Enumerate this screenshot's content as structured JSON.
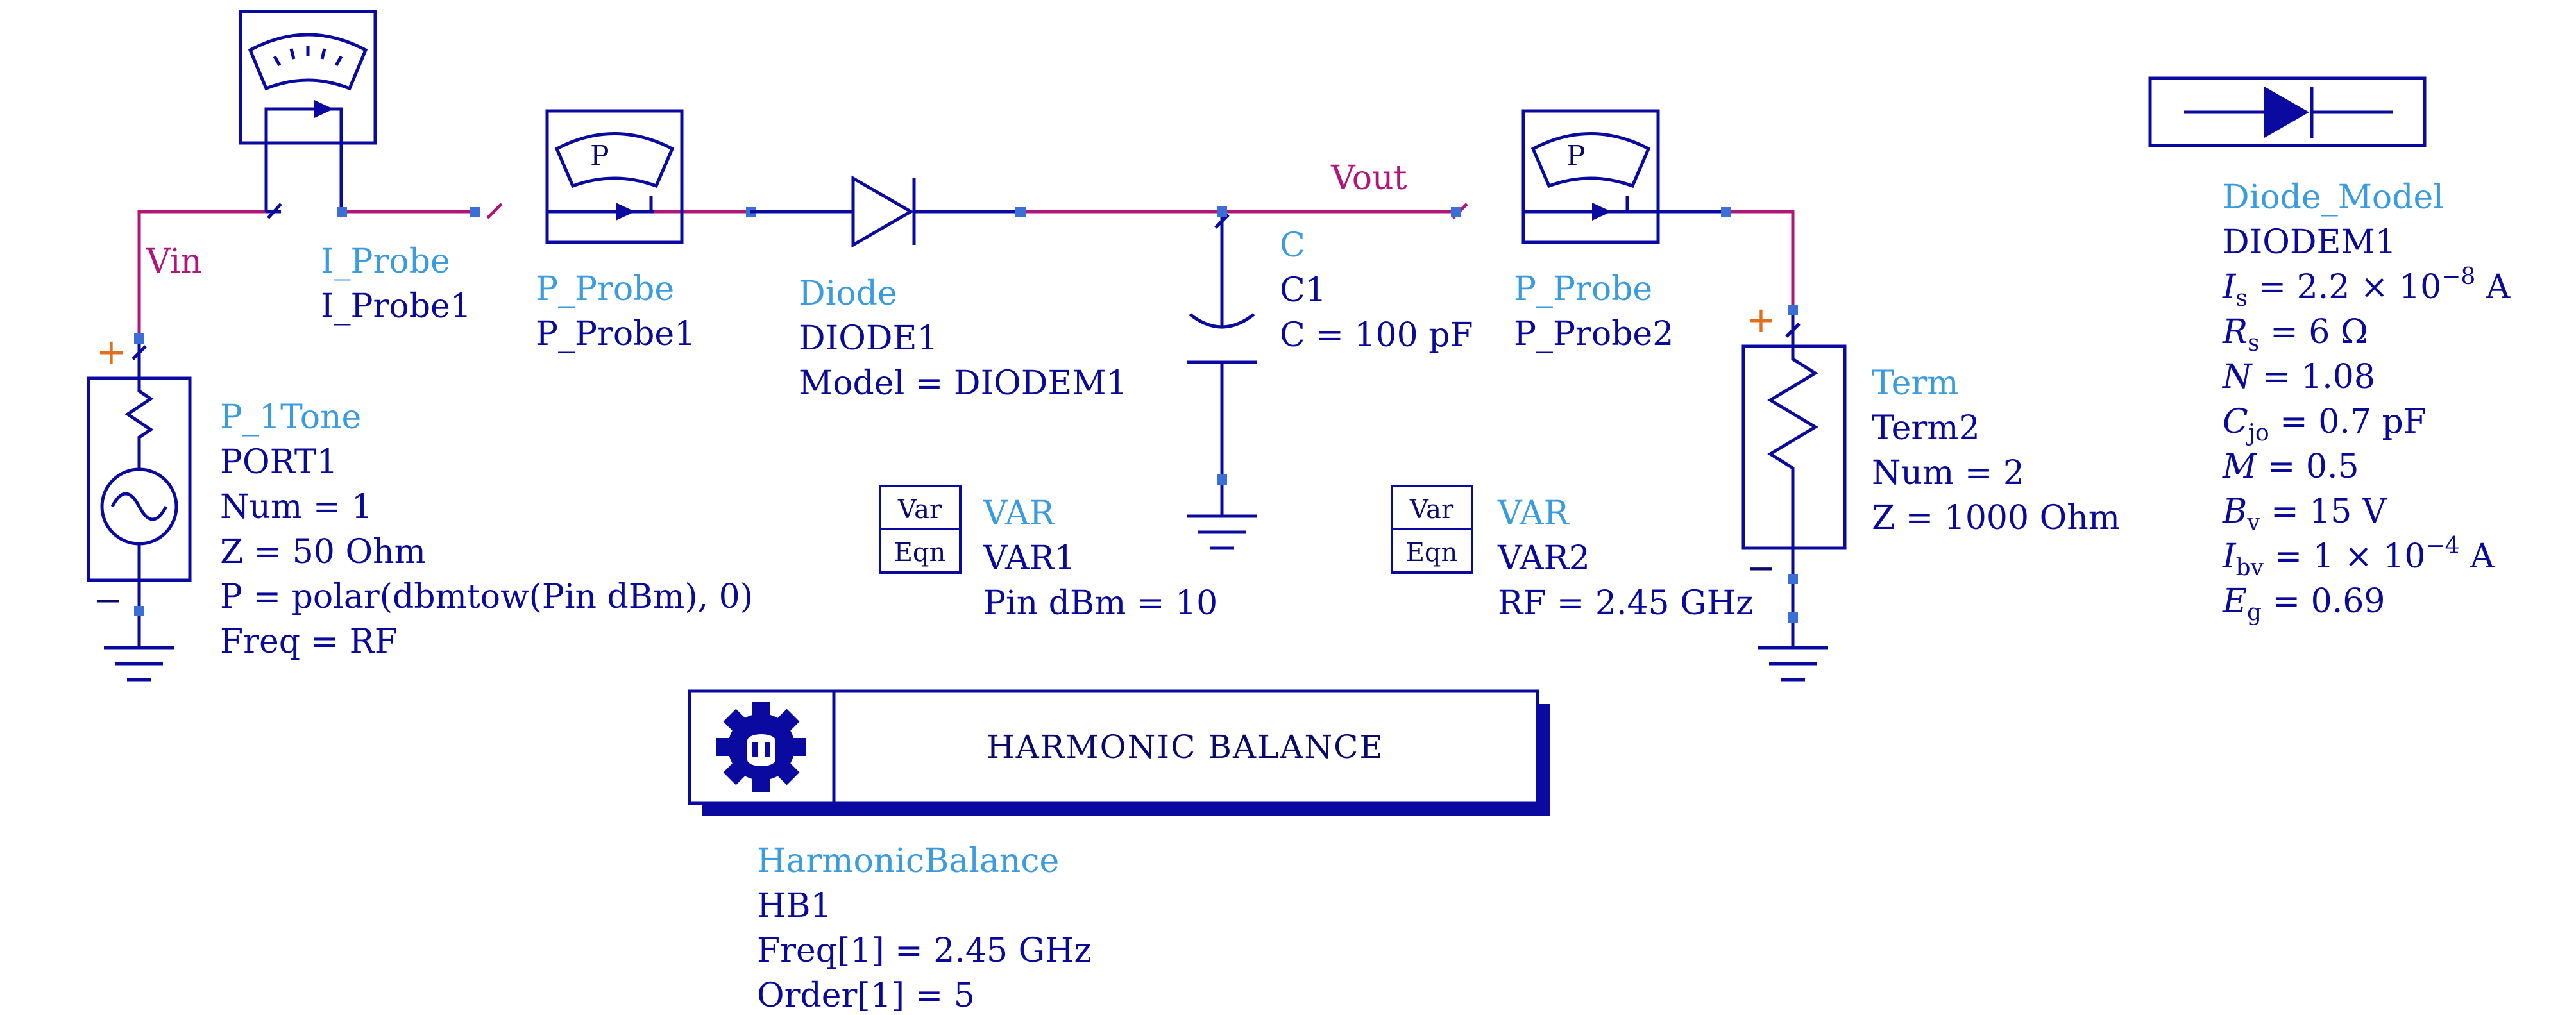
{
  "nets": {
    "vin": "Vin",
    "vout": "Vout"
  },
  "iprobe": {
    "type": "I_Probe",
    "name": "I_Probe1"
  },
  "pprobe1": {
    "type": "P_Probe",
    "name": "P_Probe1",
    "glyph": "P"
  },
  "pprobe2": {
    "type": "P_Probe",
    "name": "P_Probe2",
    "glyph": "P"
  },
  "diode": {
    "type": "Diode",
    "name": "DIODE1",
    "model": "Model = DIODEM1"
  },
  "cap": {
    "type": "C",
    "name": "C1",
    "value": "C = 100 pF"
  },
  "source": {
    "type": "P_1Tone",
    "name": "PORT1",
    "num": "Num = 1",
    "z": "Z = 50 Ohm",
    "p": "P = polar(dbmtow(Pin dBm), 0)",
    "freq": "Freq = RF",
    "plus": "+",
    "minus": "−"
  },
  "term": {
    "type": "Term",
    "name": "Term2",
    "num": "Num = 2",
    "z": "Z = 1000 Ohm",
    "plus": "+",
    "minus": "−"
  },
  "var1": {
    "box_top": "Var",
    "box_bottom": "Eqn",
    "type": "VAR",
    "name": "VAR1",
    "expr": "Pin dBm = 10"
  },
  "var2": {
    "box_top": "Var",
    "box_bottom": "Eqn",
    "type": "VAR",
    "name": "VAR2",
    "expr": "RF = 2.45 GHz"
  },
  "hb": {
    "title": "HARMONIC BALANCE",
    "type": "HarmonicBalance",
    "name": "HB1",
    "freq": "Freq[1] = 2.45 GHz",
    "order": "Order[1] = 5"
  },
  "model": {
    "type": "Diode_Model",
    "name": "DIODEM1",
    "params": [
      {
        "sym": "I",
        "sub": "s",
        "val": " = 2.2 × 10",
        "sup": "−8",
        "unit": " A"
      },
      {
        "sym": "R",
        "sub": "s",
        "val": " = 6 Ω",
        "sup": "",
        "unit": ""
      },
      {
        "sym": "N",
        "sub": "",
        "val": " = 1.08",
        "sup": "",
        "unit": ""
      },
      {
        "sym": "C",
        "sub": "jo",
        "val": " = 0.7 pF",
        "sup": "",
        "unit": ""
      },
      {
        "sym": "M",
        "sub": "",
        "val": " = 0.5",
        "sup": "",
        "unit": ""
      },
      {
        "sym": "B",
        "sub": "v",
        "val": " = 15 V",
        "sup": "",
        "unit": ""
      },
      {
        "sym": "I",
        "sub": "bv",
        "val": " = 1 × 10",
        "sup": "−4",
        "unit": " A"
      },
      {
        "sym": "E",
        "sub": "g",
        "val": " = 0.69",
        "sup": "",
        "unit": ""
      }
    ]
  },
  "colors": {
    "wire_net": "#b0157a",
    "component": "#0a0aa0",
    "label_type": "#3a9be0",
    "label_text": "#0a0a9a",
    "polarity": "#e07020",
    "pin": "#3a6fd8"
  }
}
